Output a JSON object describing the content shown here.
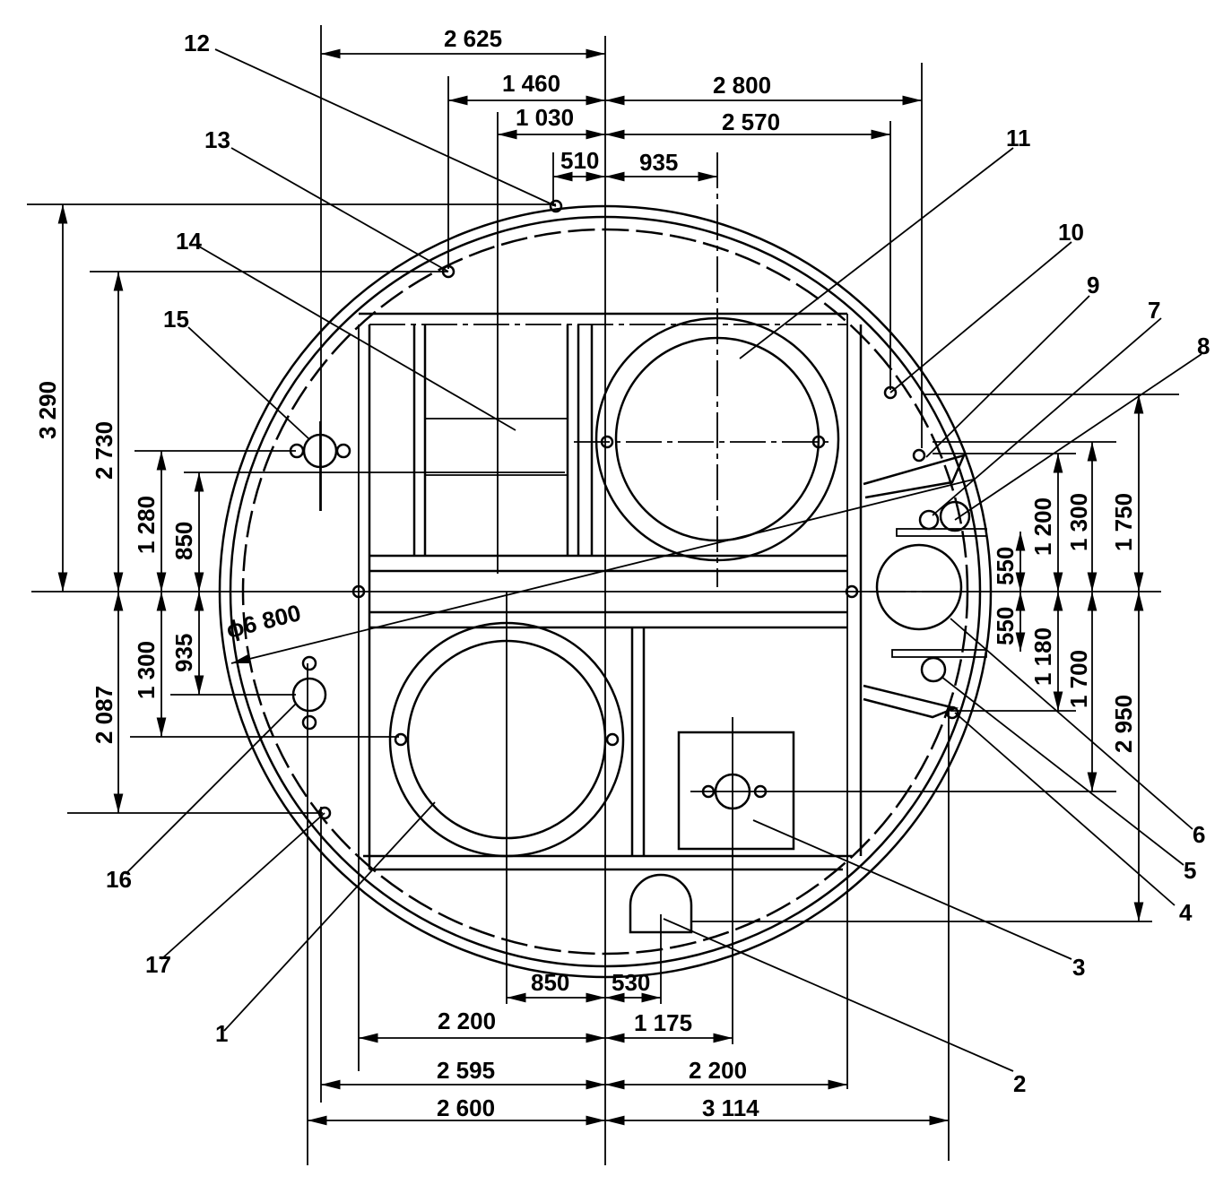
{
  "diameter_label": "ϕ6 800",
  "callouts": [
    "1",
    "2",
    "3",
    "4",
    "5",
    "6",
    "7",
    "8",
    "9",
    "10",
    "11",
    "12",
    "13",
    "14",
    "15",
    "16",
    "17"
  ],
  "dims": {
    "top": {
      "d2625": "2 625",
      "d1460": "1 460",
      "d2800": "2 800",
      "d1030": "1 030",
      "d2570": "2 570",
      "d510": "510",
      "d935": "935"
    },
    "left": {
      "d3290": "3 290",
      "d2730": "2 730",
      "d1280": "1 280",
      "d850": "850",
      "d2087": "2 087",
      "d1300": "1 300",
      "d935": "935"
    },
    "right": {
      "d1750": "1 750",
      "d2950": "2 950",
      "d1300": "1 300",
      "d1700": "1 700",
      "d1200": "1 200",
      "d1180": "1 180",
      "d550a": "550",
      "d550b": "550"
    },
    "bottom": {
      "d850": "850",
      "d530": "530",
      "d2200a": "2 200",
      "d1175": "1 175",
      "d2595": "2 595",
      "d2200b": "2 200",
      "d2600": "2 600",
      "d3114": "3 114"
    }
  }
}
